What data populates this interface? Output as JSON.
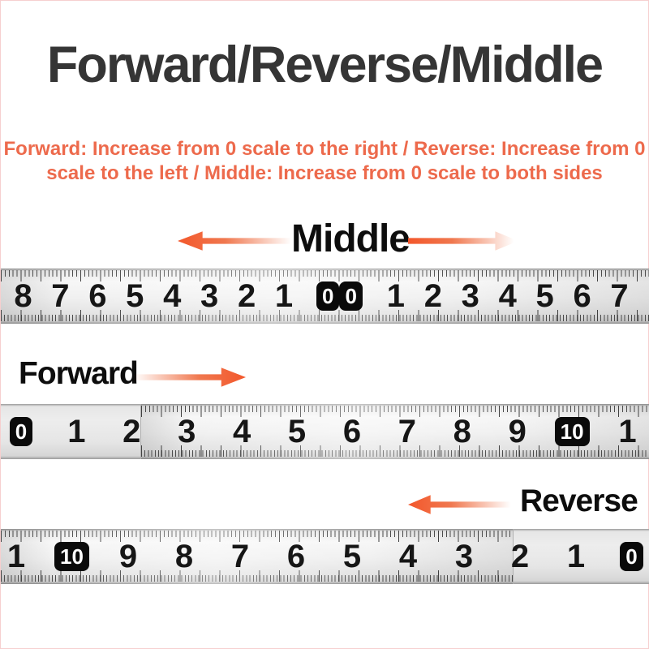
{
  "header": {
    "title": "Forward/Reverse/Middle",
    "subtitle_line1": "Forward: Increase from 0 scale to the right / Reverse: Increase from 0",
    "subtitle_line2": "scale to the left / Middle: Increase from 0 scale to both sides"
  },
  "labels": {
    "middle": "Middle",
    "forward": "Forward",
    "reverse": "Reverse"
  },
  "colors": {
    "title_dark": "#353535",
    "subtitle_orange": "#ed6a4c",
    "arrow_orange": "#f3572b",
    "number_black": "#161616",
    "box_black": "#0a0a0a"
  },
  "rulers": [
    {
      "name": "middle-ruler",
      "numbers": [
        {
          "label": "8"
        },
        {
          "label": "7"
        },
        {
          "label": "6"
        },
        {
          "label": "5"
        },
        {
          "label": "4"
        },
        {
          "label": "3"
        },
        {
          "label": "2"
        },
        {
          "label": "1"
        },
        {
          "label": "0",
          "boxed": true
        },
        {
          "label": "0",
          "boxed": true
        },
        {
          "label": "1"
        },
        {
          "label": "2"
        },
        {
          "label": "3"
        },
        {
          "label": "4"
        },
        {
          "label": "5"
        },
        {
          "label": "6"
        },
        {
          "label": "7"
        }
      ]
    },
    {
      "name": "forward-ruler",
      "numbers": [
        {
          "label": "0",
          "boxed": true
        },
        {
          "label": "1"
        },
        {
          "label": "2"
        },
        {
          "label": "3"
        },
        {
          "label": "4"
        },
        {
          "label": "5"
        },
        {
          "label": "6"
        },
        {
          "label": "7"
        },
        {
          "label": "8"
        },
        {
          "label": "9"
        },
        {
          "label": "10",
          "boxed": true
        },
        {
          "label": "1"
        }
      ]
    },
    {
      "name": "reverse-ruler",
      "numbers": [
        {
          "label": "1"
        },
        {
          "label": "10",
          "boxed": true
        },
        {
          "label": "9"
        },
        {
          "label": "8"
        },
        {
          "label": "7"
        },
        {
          "label": "6"
        },
        {
          "label": "5"
        },
        {
          "label": "4"
        },
        {
          "label": "3"
        },
        {
          "label": "2"
        },
        {
          "label": "1"
        },
        {
          "label": "0",
          "boxed": true
        }
      ]
    }
  ]
}
